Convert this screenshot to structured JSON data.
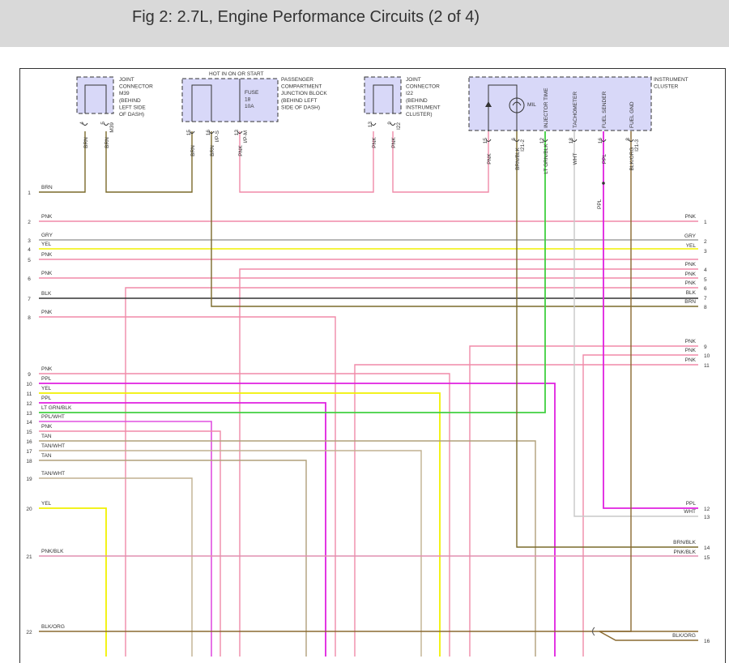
{
  "title": "Fig 2: 2.7L, Engine Performance Circuits (2 of 4)",
  "colors": {
    "BRN": "#7a6a2a",
    "PNK": "#f08aa8",
    "GRY": "#a0a0a0",
    "YEL": "#f0f000",
    "BLK": "#333333",
    "PPL": "#e020e0",
    "LT GRN/BLK": "#40d040",
    "PPL/WHT": "#e050e0",
    "TAN": "#b0a07a",
    "TAN/WHT": "#c0b090",
    "PNK/BLK": "#e090b0",
    "BLK/ORG": "#8a6a30",
    "WHT": "#c8c8c8",
    "BRN/BLK": "#7a6a2a",
    "box": "#d8d8f8"
  },
  "components": {
    "m39": {
      "lines": [
        "JOINT",
        "CONNECTOR",
        "M39",
        "(BEHIND",
        "LEFT SIDE",
        "OF DASH)"
      ],
      "pins": [
        {
          "num": "4",
          "wire": "BRN"
        },
        {
          "num": "5",
          "wire": "BRN"
        }
      ],
      "conn": "M39"
    },
    "jb": {
      "hot": "HOT IN ON OR START",
      "lines": [
        "PASSENGER",
        "COMPARTMENT",
        "JUNCTION BLOCK",
        "(BEHIND LEFT",
        "SIDE OF DASH)"
      ],
      "fuse": [
        "FUSE",
        "18",
        "10A"
      ],
      "pins": [
        {
          "num": "15",
          "wire": "BRN"
        },
        {
          "num": "16",
          "wire": "BRN"
        },
        {
          "num": "13",
          "wire": "PNK"
        }
      ],
      "conn_a": "I/P-S",
      "conn_b": "I/P-M"
    },
    "i22": {
      "lines": [
        "JOINT",
        "CONNECTOR",
        "I22",
        "(BEHIND",
        "INSTRUMENT",
        "CLUSTER)"
      ],
      "pins": [
        {
          "num": "13",
          "wire": "PNK"
        },
        {
          "num": "9",
          "wire": "PNK"
        }
      ],
      "conn": "I22"
    },
    "cluster": {
      "lines": [
        "INSTRUMENT",
        "CLUSTER"
      ],
      "mil": "MIL",
      "labels": [
        "INJECTOR TIME",
        "TACHOMETER",
        "FUEL SENDER",
        "FUEL GND"
      ],
      "pins": [
        {
          "num": "15",
          "wire": "PNK"
        },
        {
          "num": "6",
          "wire": "BRN/BLK"
        },
        {
          "num": "12",
          "wire": "LT GRN/BLK"
        },
        {
          "num": "18",
          "wire": "WHT"
        },
        {
          "num": "16",
          "wire": "PPL"
        },
        {
          "num": "8",
          "wire": "BLK/ORG"
        }
      ],
      "conn_a": "I21-2",
      "conn_b": "I21-3"
    }
  },
  "ppl_label": "PPL",
  "left_rows": [
    {
      "num": "1",
      "wire": "BRN"
    },
    {
      "num": "2",
      "wire": "PNK"
    },
    {
      "num": "3",
      "wire": "GRY"
    },
    {
      "num": "4",
      "wire": "YEL"
    },
    {
      "num": "5",
      "wire": "PNK"
    },
    {
      "num": "6",
      "wire": "PNK"
    },
    {
      "num": "7",
      "wire": "BLK"
    },
    {
      "num": "8",
      "wire": "PNK"
    },
    {
      "num": "9",
      "wire": "PNK"
    },
    {
      "num": "10",
      "wire": "PPL"
    },
    {
      "num": "11",
      "wire": "YEL"
    },
    {
      "num": "12",
      "wire": "PPL"
    },
    {
      "num": "13",
      "wire": "LT GRN/BLK"
    },
    {
      "num": "14",
      "wire": "PPL/WHT"
    },
    {
      "num": "15",
      "wire": "PNK"
    },
    {
      "num": "16",
      "wire": "TAN"
    },
    {
      "num": "17",
      "wire": "TAN/WHT"
    },
    {
      "num": "18",
      "wire": "TAN"
    },
    {
      "num": "19",
      "wire": "TAN/WHT"
    },
    {
      "num": "20",
      "wire": "YEL"
    },
    {
      "num": "21",
      "wire": "PNK/BLK"
    },
    {
      "num": "22",
      "wire": "BLK/ORG"
    }
  ],
  "right_rows": [
    {
      "num": "1",
      "wire": "PNK"
    },
    {
      "num": "2",
      "wire": "GRY"
    },
    {
      "num": "3",
      "wire": "YEL"
    },
    {
      "num": "4",
      "wire": "PNK"
    },
    {
      "num": "5",
      "wire": "PNK"
    },
    {
      "num": "6",
      "wire": "PNK"
    },
    {
      "num": "7",
      "wire": "BLK"
    },
    {
      "num": "8",
      "wire": "BRN"
    },
    {
      "num": "9",
      "wire": "PNK"
    },
    {
      "num": "10",
      "wire": "PNK"
    },
    {
      "num": "11",
      "wire": "PNK"
    },
    {
      "num": "12",
      "wire": "PPL"
    },
    {
      "num": "13",
      "wire": "WHT"
    },
    {
      "num": "14",
      "wire": "BRN/BLK"
    },
    {
      "num": "15",
      "wire": "PNK/BLK"
    },
    {
      "num": "16",
      "wire": "BLK/ORG"
    }
  ]
}
